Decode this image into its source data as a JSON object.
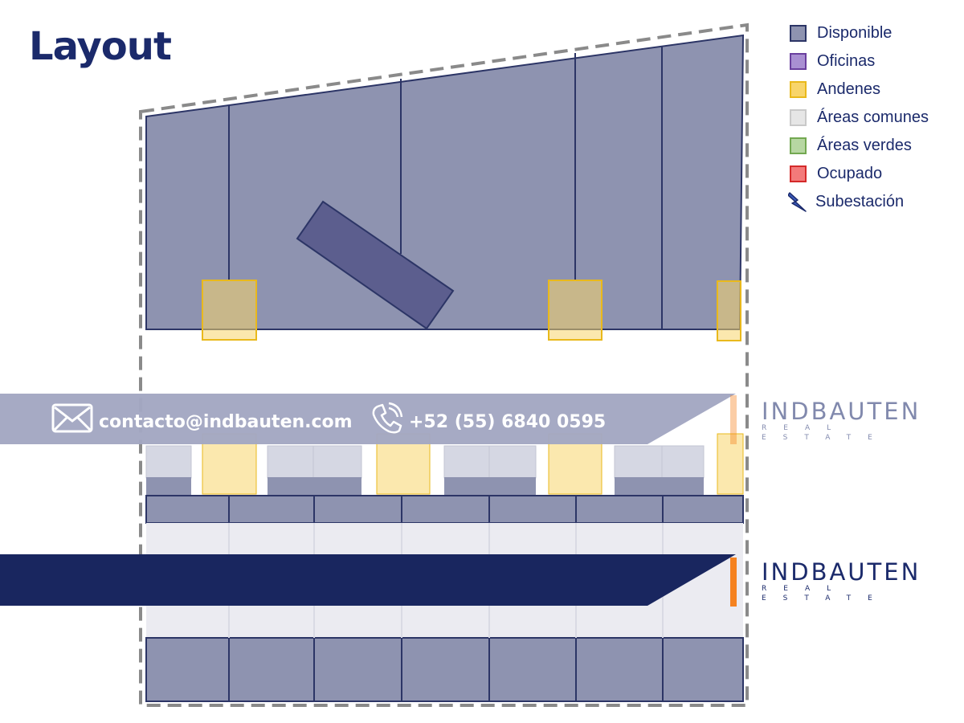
{
  "title": "Layout",
  "legend": [
    {
      "label": "Disponible",
      "fill": "#8e93b0",
      "border": "#2c3566",
      "kind": "swatch"
    },
    {
      "label": "Oficinas",
      "fill": "#a98fd2",
      "border": "#6a3f9e",
      "kind": "swatch"
    },
    {
      "label": "Andenes",
      "fill": "#f8d56b",
      "border": "#e9b91c",
      "kind": "swatch"
    },
    {
      "label": "Áreas comunes",
      "fill": "#e6e6e6",
      "border": "#c9c9c9",
      "kind": "swatch"
    },
    {
      "label": "Áreas verdes",
      "fill": "#b7d7a2",
      "border": "#73a851",
      "kind": "swatch"
    },
    {
      "label": "Ocupado",
      "fill": "#f37a7a",
      "border": "#d42a2a",
      "kind": "swatch"
    },
    {
      "label": "Subestación",
      "kind": "bolt-icon"
    }
  ],
  "contact": {
    "email": "contacto@indbauten.com",
    "phone": "+52 (55) 6840 0595"
  },
  "brand": {
    "name": "INDBAUTEN",
    "tagline": "REAL ESTATE",
    "accent": "#f58220",
    "navy": "#1b2a6b"
  },
  "colors": {
    "available": "#8e93b0",
    "outline": "#2c3566",
    "office_block": "#5c5e8e",
    "dock_fill": "#f8d56b",
    "dock_border": "#e9b91c",
    "common": "#e6e6e6",
    "boundary": "#8a8a8a",
    "navy_band": "#19265f",
    "banner": "#a3a7c2"
  }
}
